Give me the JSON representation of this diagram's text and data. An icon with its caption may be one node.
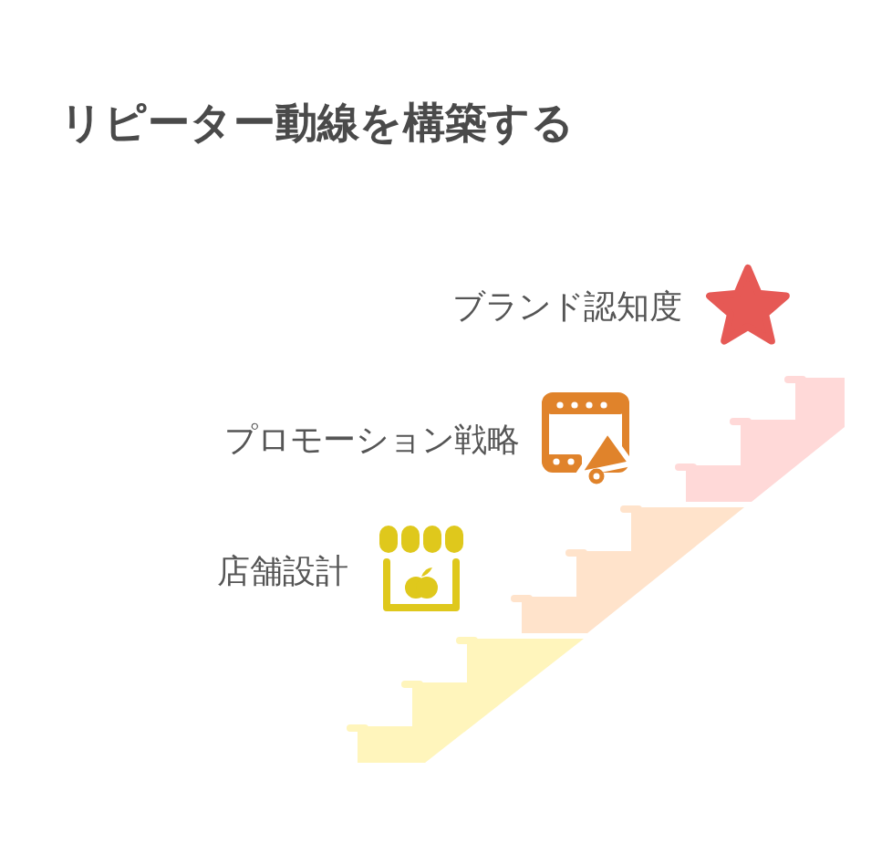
{
  "diagram": {
    "title": "リピーター動線を構築する",
    "labels": [
      "ブランド認知度",
      "プロモーション戦略",
      "店舗設計"
    ]
  }
}
